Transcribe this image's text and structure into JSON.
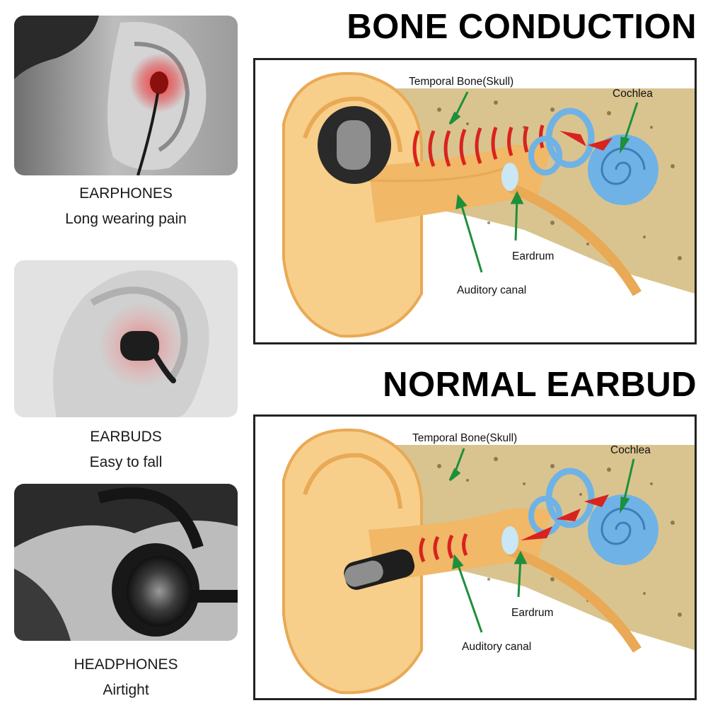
{
  "cards": [
    {
      "title": "EARPHONES",
      "subtitle": "Long wearing pain"
    },
    {
      "title": "EARBUDS",
      "subtitle": "Easy to fall"
    },
    {
      "title": "HEADPHONES",
      "subtitle": "Airtight"
    }
  ],
  "sections": [
    {
      "heading": "BONE CONDUCTION",
      "labels": {
        "temporal_bone": "Temporal Bone(Skull)",
        "cochlea": "Cochlea",
        "eardrum": "Eardrum",
        "auditory_canal": "Auditory canal"
      }
    },
    {
      "heading": "NORMAL EARBUD",
      "labels": {
        "temporal_bone": "Temporal Bone(Skull)",
        "cochlea": "Cochlea",
        "eardrum": "Eardrum",
        "auditory_canal": "Auditory canal"
      }
    }
  ],
  "colors": {
    "skin": "#f7cf8a",
    "skin_dark": "#e9a955",
    "bone": "#d9c48f",
    "cochlea": "#6fb2e6",
    "arrow_green": "#1e8f3a",
    "wave_red": "#d8231f"
  }
}
